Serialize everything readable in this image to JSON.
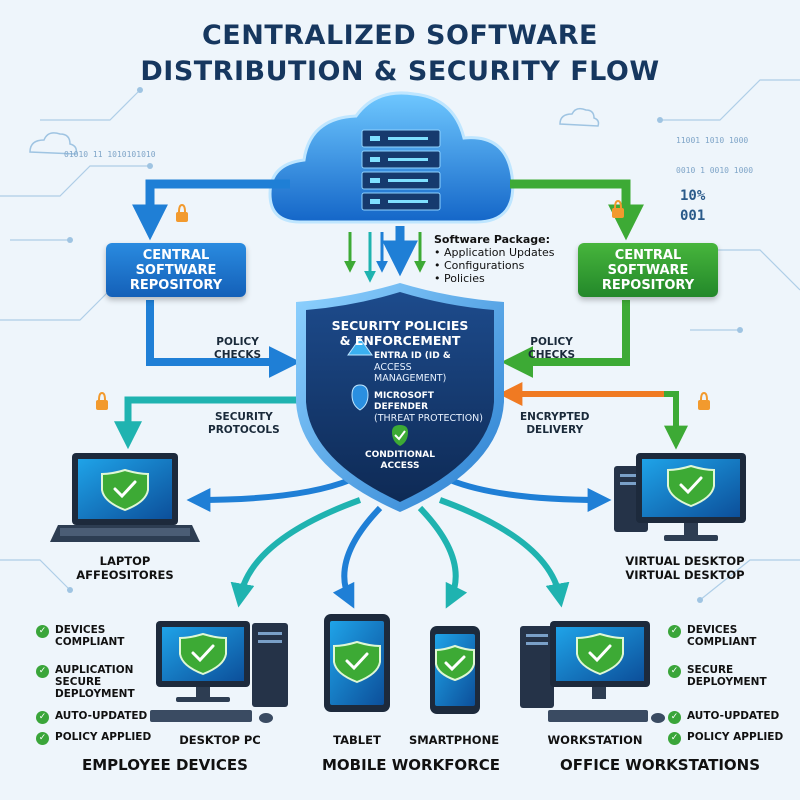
{
  "title": {
    "line1": "CENTRALIZED SOFTWARE",
    "line2": "DISTRIBUTION & SECURITY FLOW"
  },
  "repos": {
    "left": {
      "line1": "CENTRAL",
      "line2": "SOFTWARE",
      "line3": "REPOSITORY"
    },
    "right": {
      "line1": "CENTRAL",
      "line2": "SOFTWARE",
      "line3": "REPOSITORY"
    }
  },
  "package": {
    "heading": "Software Package:",
    "items": [
      "Application Updates",
      "Configurations",
      "Policies"
    ]
  },
  "flow_labels": {
    "policy_left": [
      "POLICY",
      "CHECKS"
    ],
    "policy_right": [
      "POLICY",
      "CHECKS"
    ],
    "security_protocols": [
      "SECURITY",
      "PROTOCOLS"
    ],
    "encrypted_delivery": [
      "ENCRYPTED",
      "DELIVERY"
    ]
  },
  "shield": {
    "title1": "SECURITY POLICIES",
    "title2": "& ENFORCEMENT",
    "entra1": "ENTRA ID (ID &",
    "entra2": "ACCESS MANAGEMENT)",
    "defender1": "MICROSOFT DEFENDER",
    "defender2": "(THREAT PROTECTION)",
    "conditional1": "CONDITIONAL",
    "conditional2": "ACCESS"
  },
  "data_text": {
    "left_digits": "01010 11 1010101010",
    "right_digits": "11001 1010 1000",
    "right_digits2": "0010 1 0010 1000",
    "percent": "10%",
    "code": "001"
  },
  "devices": {
    "laptop": [
      "LAPTOP",
      "AFFEOSITORES"
    ],
    "virtual": [
      "VIRTUAL DESKTOP",
      "VIRTUAL DESKTOP"
    ],
    "desktop": "DESKTOP PC",
    "tablet": "TABLET",
    "smartphone": "SMARTPHONE",
    "workstation": "WORKSTATION"
  },
  "left_checks": [
    "DEVICES|COMPLIANT",
    "AUPLICATION|SECURE|DEPLOYMENT",
    "AUTO-UPDATED",
    "POLICY APPLIED"
  ],
  "right_checks": [
    "DEVICES|COMPLIANT",
    "SECURE|DEPLOYMENT",
    "AUTO-UPDATED",
    "POLICY APPLIED"
  ],
  "sections": {
    "employee": "EMPLOYEE DEVICES",
    "mobile": "MOBILE WORKFORCE",
    "office": "OFFICE WORKSTATIONS"
  },
  "colors": {
    "title": "#16375f",
    "blue": "#1f7fd6",
    "teal": "#1fb3b0",
    "green": "#3daa35",
    "navy": "#1a3560"
  }
}
